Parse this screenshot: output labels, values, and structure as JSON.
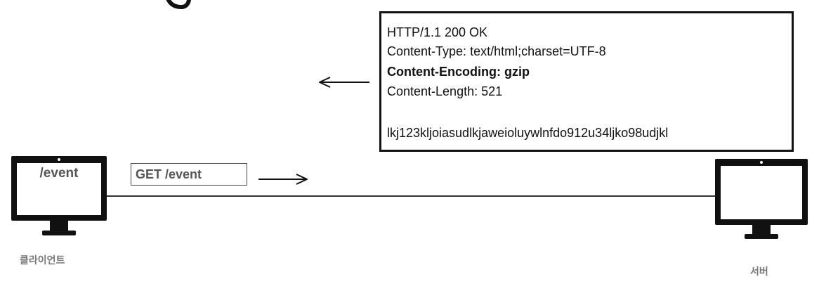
{
  "client": {
    "screen_text": "/event",
    "label": "클라이언트"
  },
  "server": {
    "label": "서버"
  },
  "request": {
    "text": "GET /event"
  },
  "response": {
    "status_line": "HTTP/1.1 200 OK",
    "content_type": "Content-Type: text/html;charset=UTF-8",
    "content_encoding": "Content-Encoding: gzip",
    "content_length": "Content-Length: 521",
    "body": "lkj123kljoiasudlkjaweioluywlnfdo912u34ljko98udjkl"
  },
  "icons": {
    "request_arrow": "arrow-right-icon",
    "response_arrow": "arrow-left-icon",
    "client": "monitor-icon",
    "server": "monitor-icon"
  }
}
